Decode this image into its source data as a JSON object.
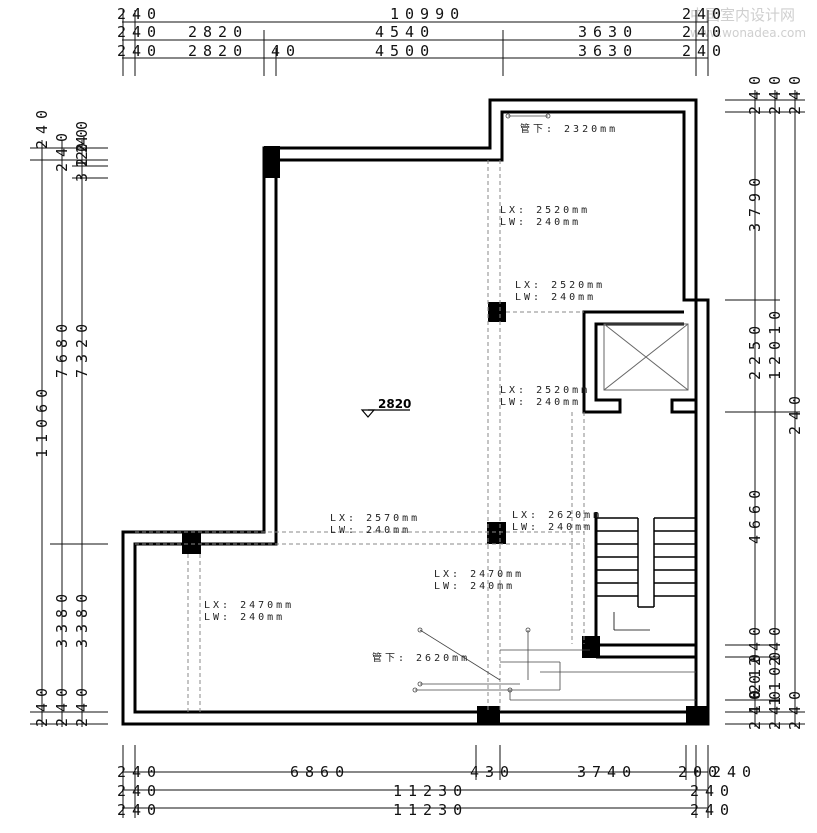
{
  "watermark": {
    "brand": "中国室内设计网",
    "url": "www.wonadea.com"
  },
  "dims_top": {
    "row1": [
      "240",
      "10990",
      "240"
    ],
    "row2": [
      "240",
      "2820",
      "4540",
      "3630",
      "240"
    ],
    "row3": [
      "240",
      "2820",
      "40",
      "4500",
      "3630",
      "240"
    ]
  },
  "dims_bottom": {
    "row1": [
      "240",
      "6860",
      "430",
      "3740",
      "200",
      "240"
    ],
    "row2": [
      "240",
      "11230",
      "240"
    ],
    "row3": [
      "240",
      "11230",
      "240"
    ]
  },
  "dims_left": {
    "col1": [
      "240",
      "11060",
      "240"
    ],
    "col2": [
      "240",
      "7680",
      "3380",
      "240"
    ],
    "col3": [
      "240",
      "120",
      "320",
      "7320",
      "3380",
      "240"
    ]
  },
  "dims_right": {
    "col1": [
      "240",
      "3790",
      "2250",
      "4660",
      "240",
      "210",
      "100",
      "240"
    ],
    "col2": [
      "240",
      "12010",
      "240",
      "1100",
      "240"
    ],
    "col3": [
      "240",
      "240",
      "240"
    ]
  },
  "annotations": {
    "pipe_top": "管下: 2320mm",
    "pipe_bottom": "管下: 2620mm",
    "level": "2820",
    "beam1_lx": "LX: 2520mm",
    "beam1_lw": "LW: 240mm",
    "beam2_lx": "LX: 2520mm",
    "beam2_lw": "LW: 240mm",
    "beam3_lx": "LX: 2520mm",
    "beam3_lw": "LW: 240mm",
    "beam4_lx": "LX: 2570mm",
    "beam4_lw": "LW: 240mm",
    "beam5_lx": "LX: 2620mm",
    "beam5_lw": "LW: 240mm",
    "beam6_lx": "LX: 2470mm",
    "beam6_lw": "LW: 240mm",
    "beam7_lx": "LX: 2470mm",
    "beam7_lw": "LW: 240mm"
  }
}
